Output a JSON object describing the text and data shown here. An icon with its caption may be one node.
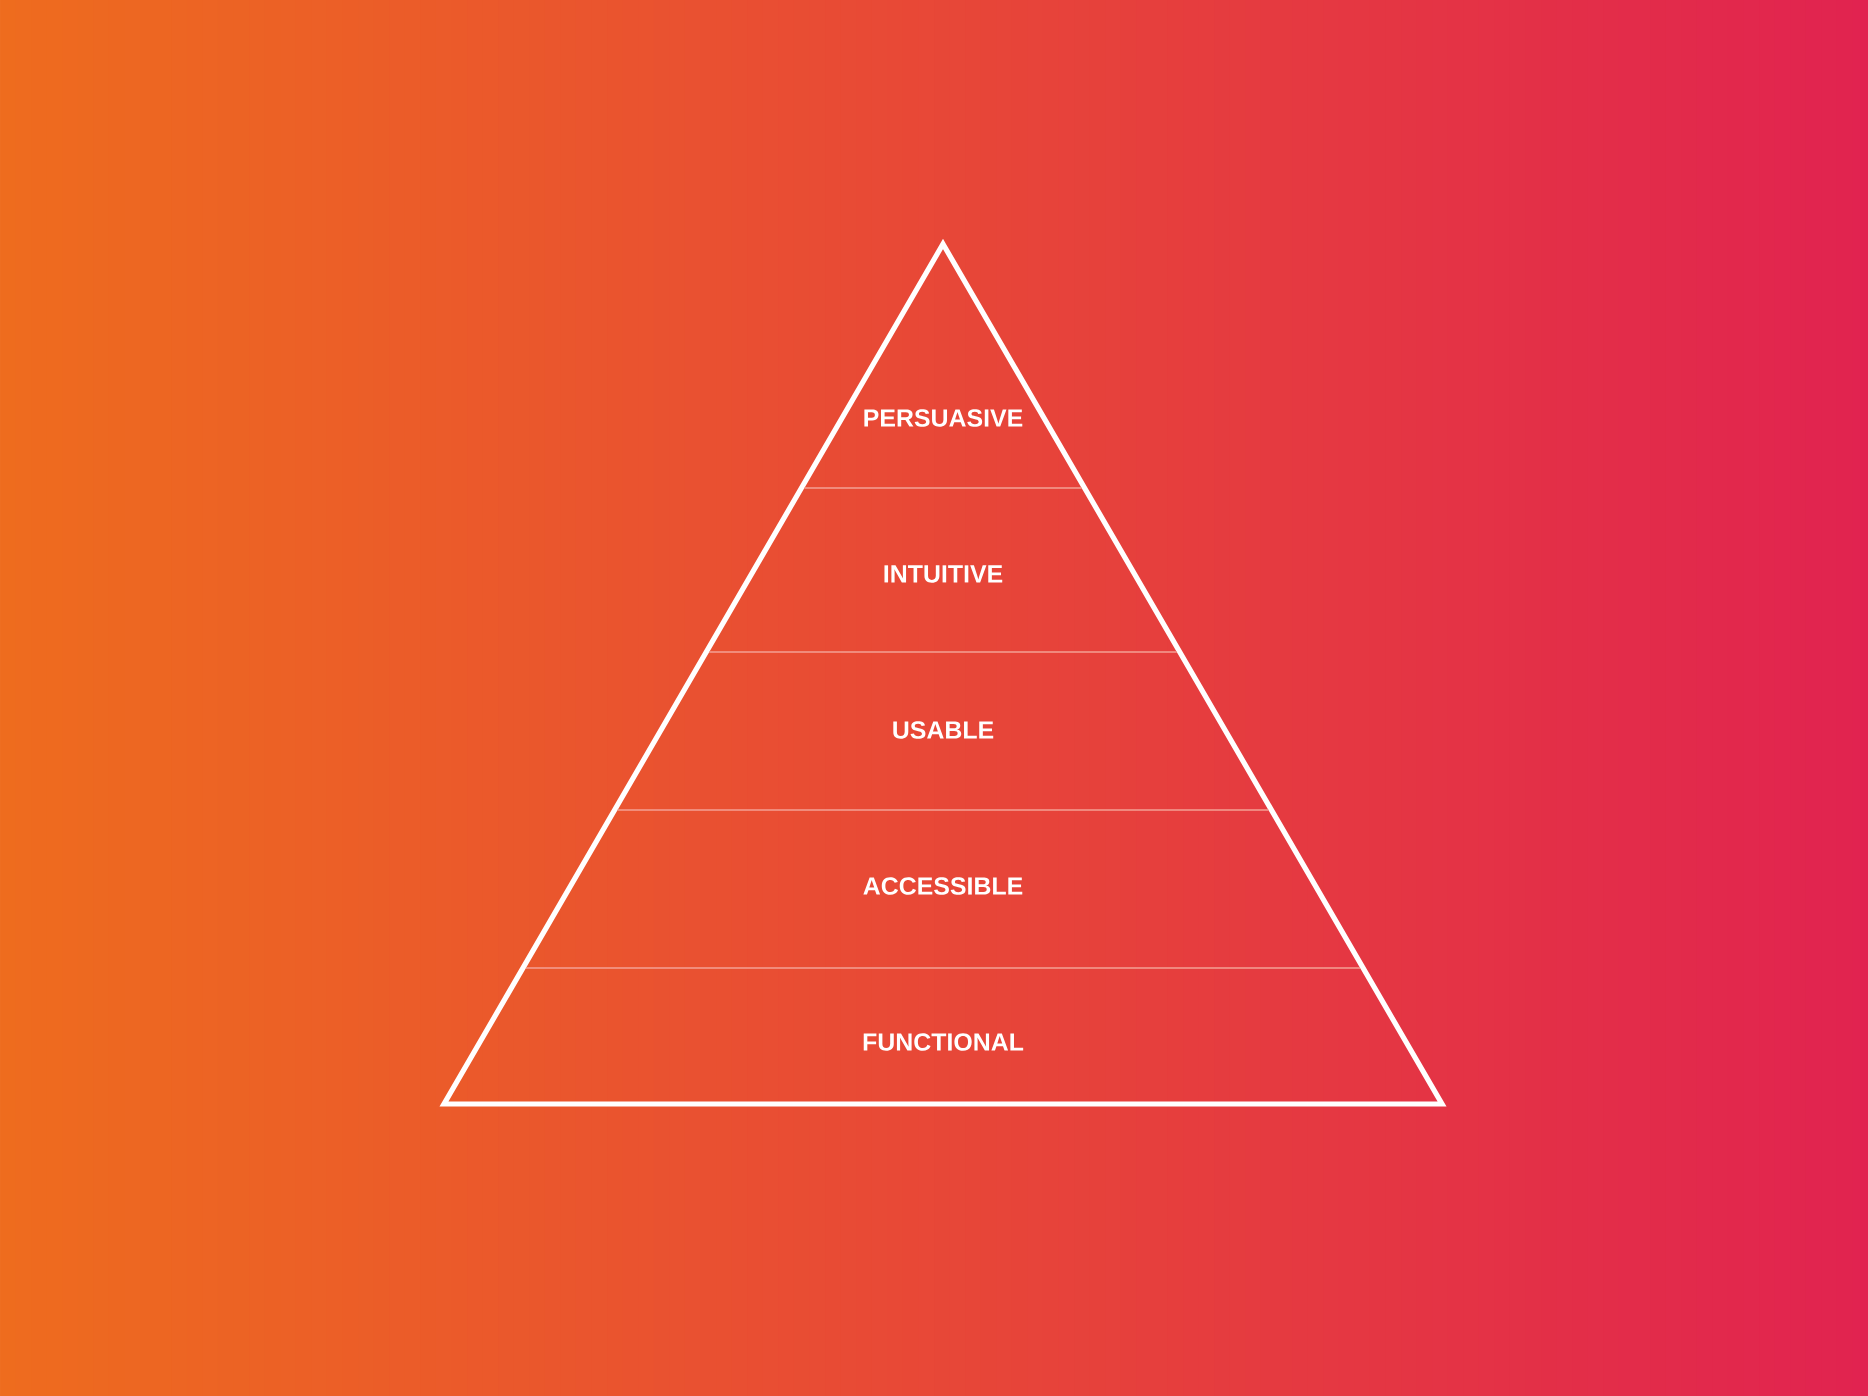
{
  "diagram": {
    "nodes": [
      {
        "text": [
          "PERSUASIVE"
        ]
      },
      {
        "text": [
          "INTUITIVE"
        ]
      },
      {
        "text": [
          "USABLE"
        ]
      },
      {
        "text": [
          "ACCESSIBLE"
        ]
      },
      {
        "text": [
          "FUNCTIONAL"
        ]
      }
    ]
  }
}
